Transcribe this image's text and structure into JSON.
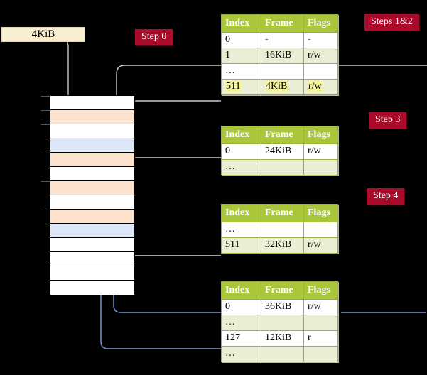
{
  "diagram": {
    "title_labels": {
      "size_box": "4KiB",
      "step0": "Step 0",
      "step12": "Steps 1&2",
      "step3": "Step 3",
      "step4": "Step 4"
    },
    "colors": {
      "background": "#000000",
      "table_header": "#aac73c",
      "table_alt_row": "#e9eed4",
      "table_border": "#9ab13a",
      "step_label_bg": "#ab0b2b",
      "step_label_text": "#ffffff",
      "size_box_bg": "#faeed0",
      "mem_orange": "#fde3cd",
      "mem_blue": "#dce8f7",
      "highlight_yellow": "#f5f39a",
      "wire_gray": "#c9c9c9",
      "wire_blue": "#7d9fd0"
    },
    "columns": [
      "Index",
      "Frame",
      "Flags"
    ],
    "tables": [
      {
        "id": "pml4",
        "step_label": "Steps 1&2",
        "rows": [
          {
            "style": "plain",
            "cells": [
              "0",
              "-",
              "-"
            ],
            "highlight": false
          },
          {
            "style": "alt",
            "cells": [
              "1",
              "16KiB",
              "r/w"
            ],
            "highlight": false
          },
          {
            "style": "plain",
            "cells": [
              "…",
              "",
              ""
            ],
            "highlight": false
          },
          {
            "style": "alt",
            "cells": [
              "511",
              "4KiB",
              "r/w"
            ],
            "highlight": true
          }
        ]
      },
      {
        "id": "pdpt",
        "step_label": "Step 3",
        "rows": [
          {
            "style": "plain",
            "cells": [
              "0",
              "24KiB",
              "r/w"
            ],
            "highlight": false
          },
          {
            "style": "alt",
            "cells": [
              "…",
              "",
              ""
            ],
            "highlight": false
          }
        ]
      },
      {
        "id": "pd",
        "step_label": "Step 4",
        "rows": [
          {
            "style": "plain",
            "cells": [
              "…",
              "",
              ""
            ],
            "highlight": false
          },
          {
            "style": "alt",
            "cells": [
              "511",
              "32KiB",
              "r/w"
            ],
            "highlight": false
          }
        ]
      },
      {
        "id": "pt",
        "step_label": "",
        "rows": [
          {
            "style": "plain",
            "cells": [
              "0",
              "36KiB",
              "r/w"
            ],
            "highlight": false
          },
          {
            "style": "alt",
            "cells": [
              "…",
              "",
              ""
            ],
            "highlight": false
          },
          {
            "style": "plain",
            "cells": [
              "127",
              "12KiB",
              "r"
            ],
            "highlight": false
          },
          {
            "style": "alt",
            "cells": [
              "…",
              "",
              ""
            ],
            "highlight": false
          }
        ]
      }
    ],
    "memory_column": {
      "rows": [
        {
          "fill": "white"
        },
        {
          "fill": "orange"
        },
        {
          "fill": "white"
        },
        {
          "fill": "blue"
        },
        {
          "fill": "orange"
        },
        {
          "fill": "white"
        },
        {
          "fill": "orange"
        },
        {
          "fill": "white"
        },
        {
          "fill": "orange"
        },
        {
          "fill": "blue"
        },
        {
          "fill": "white"
        },
        {
          "fill": "white"
        },
        {
          "fill": "white"
        },
        {
          "fill": "white"
        }
      ]
    }
  }
}
